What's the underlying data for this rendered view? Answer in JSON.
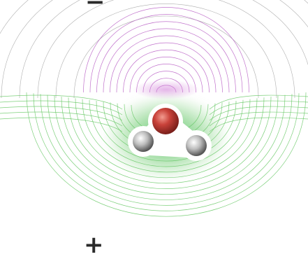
{
  "diagram": {
    "negative_pole_label": "−",
    "positive_pole_label": "+",
    "colors": {
      "negative_contours": "#b24fbf",
      "positive_contours": "#5cc45a",
      "neutral_contours": "#9a9a9a",
      "oxygen": "#c9423a",
      "hydrogen": "#bdbdbd",
      "green_glow": "#39b54a"
    },
    "molecule": {
      "atoms": [
        "O",
        "H",
        "H"
      ]
    }
  }
}
